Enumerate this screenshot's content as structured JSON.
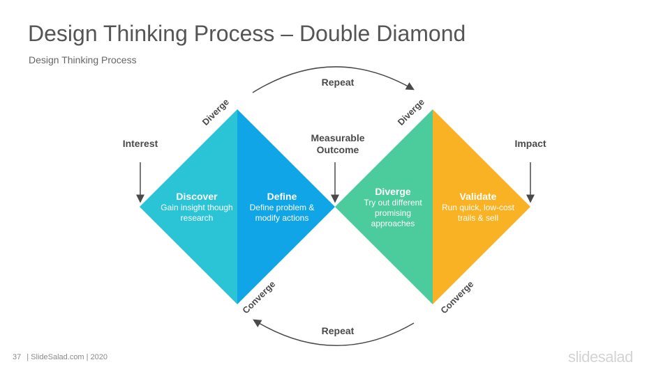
{
  "header": {
    "title": "Design Thinking Process – Double Diamond",
    "subtitle": "Design Thinking Process"
  },
  "diagram": {
    "colors": {
      "discover": "#2bc4d6",
      "define": "#0fa5e6",
      "diverge": "#4ccb9c",
      "validate": "#f9b223",
      "text": "#4a4a4a",
      "arrow": "#4a4a4a"
    },
    "labels": {
      "interest": "Interest",
      "measurable_line1": "Measurable",
      "measurable_line2": "Outcome",
      "impact": "Impact",
      "repeat_top": "Repeat",
      "repeat_bottom": "Repeat",
      "diverge_left": "Diverge",
      "diverge_right": "Diverge",
      "converge_left": "Converge",
      "converge_right": "Converge"
    },
    "quadrants": {
      "discover": {
        "heading": "Discover",
        "line1": "Gain insight though",
        "line2": "research"
      },
      "define": {
        "heading": "Define",
        "line1": "Define problem &",
        "line2": "modify actions"
      },
      "diverge": {
        "heading": "Diverge",
        "line1": "Try out different",
        "line2": "promising",
        "line3": "approaches"
      },
      "validate": {
        "heading": "Validate",
        "line1": "Run quick, low-cost",
        "line2": "trails & sell"
      }
    }
  },
  "footer": {
    "page_number": "37",
    "credit": "| SlideSalad.com | 2020",
    "brand": "slidesalad"
  }
}
